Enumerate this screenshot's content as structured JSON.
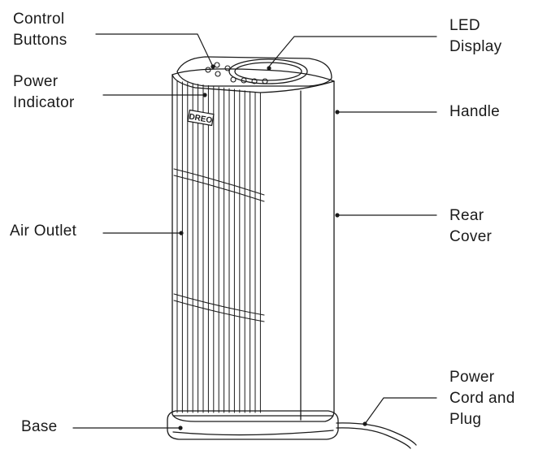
{
  "brand_logo": "DREO",
  "labels": {
    "control_buttons": [
      "Control",
      "Buttons"
    ],
    "power_indicator": [
      "Power",
      "Indicator"
    ],
    "air_outlet": [
      "Air Outlet"
    ],
    "base": [
      "Base"
    ],
    "led_display": [
      "LED",
      "Display"
    ],
    "handle": [
      "Handle"
    ],
    "rear_cover": [
      "Rear",
      "Cover"
    ],
    "power_cord": [
      "Power",
      "Cord and",
      "Plug"
    ]
  },
  "colors": {
    "line": "#1a1a1a",
    "background": "#ffffff"
  }
}
